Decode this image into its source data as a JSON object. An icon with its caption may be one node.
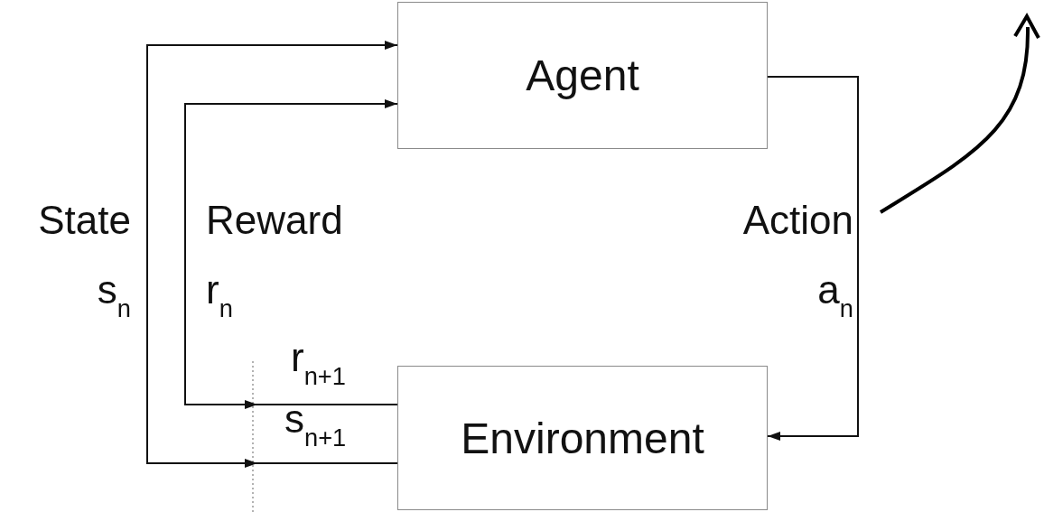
{
  "diagram": {
    "nodes": [
      {
        "text": [
          "Agent"
        ]
      },
      {
        "text": [
          "Environment"
        ]
      }
    ],
    "edges": [
      {
        "from": 0,
        "to": 1,
        "arrow": "to",
        "label": "Action a$_{n}$"
      },
      {
        "from": 1,
        "to": 0,
        "arrow": "to",
        "label": "Reward r$_{n}$"
      },
      {
        "from": 1,
        "to": 0,
        "arrow": "to",
        "label": "State s$_{n}$"
      }
    ],
    "labels": [
      "r$_{n+1}$",
      "s$_{n+1}$"
    ]
  }
}
